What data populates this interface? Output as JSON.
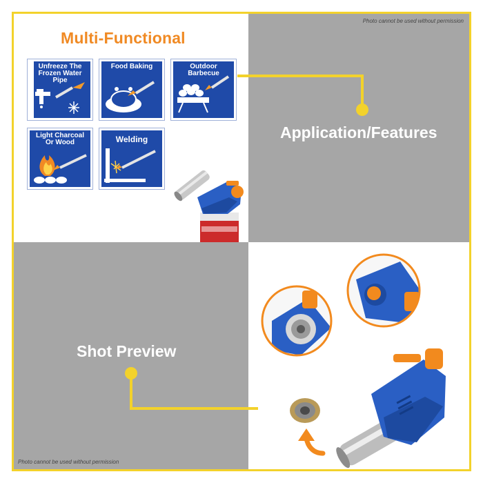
{
  "watermark_text": "Photo cannot be used without permission",
  "features": {
    "title": "Multi-Functional",
    "cards": [
      {
        "label_lines": [
          "Unfreeze The",
          "Frozen Water",
          "Pipe"
        ],
        "icon": "water-pipe-icon"
      },
      {
        "label_lines": [
          "Food Baking"
        ],
        "icon": "roast-chicken-icon"
      },
      {
        "label_lines": [
          "Outdoor",
          "Barbecue"
        ],
        "icon": "barbecue-grill-icon"
      },
      {
        "label_lines": [
          "Light Charcoal",
          "Or Wood"
        ],
        "icon": "campfire-icon"
      },
      {
        "label_lines": [
          "Welding"
        ],
        "icon": "welding-icon"
      }
    ]
  },
  "labels": {
    "application": "Application/Features",
    "shot_preview": "Shot Preview"
  },
  "colors": {
    "accent_yellow": "#f3d22b",
    "title_orange": "#f08a24",
    "card_blue": "#1f4aa8",
    "panel_gray": "#a6a6a6",
    "torch_blue": "#2a5fc4",
    "torch_orange": "#f28a1e"
  }
}
